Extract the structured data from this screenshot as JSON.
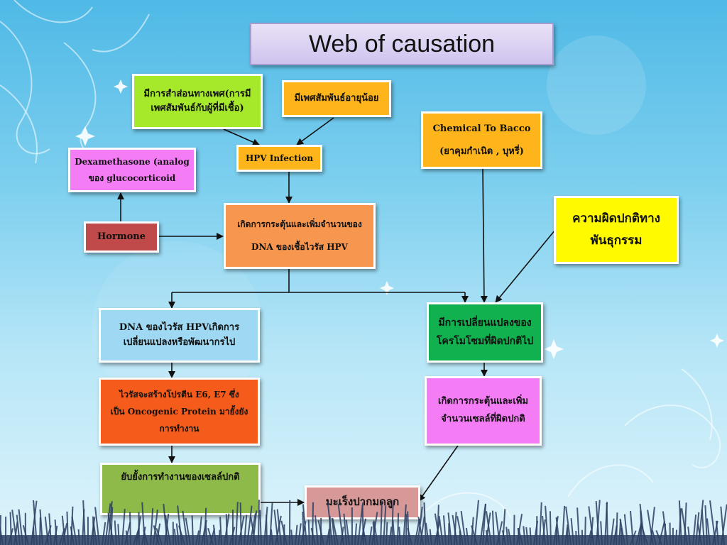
{
  "slide": {
    "title": "Web of causation",
    "colors": {
      "green": "#a6e82a",
      "orange": "#fdb51b",
      "yellow": "#fffa00",
      "pink": "#f47cf5",
      "red": "#c04a4a",
      "lightOrange": "#f6964f",
      "lightBlue": "#9ed8f2",
      "deepOrange": "#f55c1b",
      "oliveGreen": "#8dba48",
      "emerald": "#10b14e",
      "rose": "#d79998"
    }
  },
  "nodes": {
    "risky_sex": {
      "line1": "มีการสำส่อนทางเพศ(การมี",
      "line2": "เพศสัมพันธ์กับผู้ที่มีเชื้อ)"
    },
    "early_sex": {
      "text": "มีเพศสัมพันธ์อายุน้อย"
    },
    "hpv_infection": {
      "text": "HPV Infection"
    },
    "chemical": {
      "line1": "Chemical To Bacco",
      "line2": "(ยาคุมกำเนิด , บุหรี่)"
    },
    "dexamethasone": {
      "line1": "Dexamethasone (analog",
      "line2": "ของ glucocorticoid"
    },
    "hormone": {
      "text": "Hormone"
    },
    "dna_stimulation": {
      "line1": "เกิดการกระตุ้นและเพิ่มจำนวนของ",
      "line2": "DNA ของเชื้อไวรัส HPV"
    },
    "genetic_abnormality": {
      "line1": "ความผิดปกติทาง",
      "line2": "พันธุกรรม"
    },
    "dna_change": {
      "line1": "DNA ของไวรัส HPVเกิดการ",
      "line2": "เปลี่ยนแปลงหรือพัฒนากรไป"
    },
    "chromosome_change": {
      "line1": "มีการเปลี่ยนแปลงของ",
      "line2": "โครโมโซมที่ผิดปกติไป"
    },
    "oncogenic_protein": {
      "line1": "ไวรัสจะสร้างโปรตีน E6, E7 ซึ่ง",
      "line2": "เป็น Oncogenic Protein มายั้งยัง",
      "line3": "การทำงาน"
    },
    "abnormal_cell_growth": {
      "line1": "เกิดการกระตุ้นและเพิ่ม",
      "line2": "จำนวนเซลล์ที่ผิดปกติ"
    },
    "inhibit_normal_cell": {
      "text": "ยับยั้งการทำงานของเซลล์ปกติ"
    },
    "cervical_cancer": {
      "text": "มะเร็งปากมดลูก"
    }
  }
}
